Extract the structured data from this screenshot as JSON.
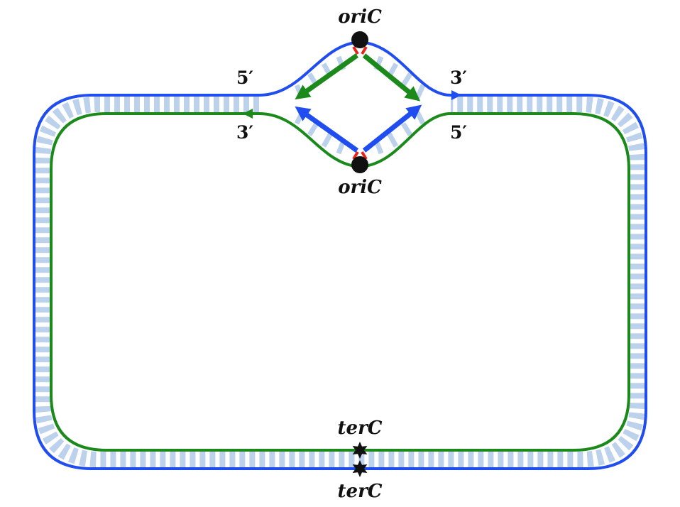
{
  "labels": {
    "ori_top": "oriC",
    "ori_bottom": "oriC",
    "ter_top": "terC",
    "ter_bottom": "terC",
    "top_left_end": "5′",
    "top_right_end": "3′",
    "bottom_left_end": "3′",
    "bottom_right_end": "5′"
  },
  "colors": {
    "strand_top": "#1f4df0",
    "strand_bottom": "#1b8a1b",
    "base_pairs": "#bcd1ec",
    "origin_unwound": "#e8251a",
    "marker": "#111111"
  }
}
